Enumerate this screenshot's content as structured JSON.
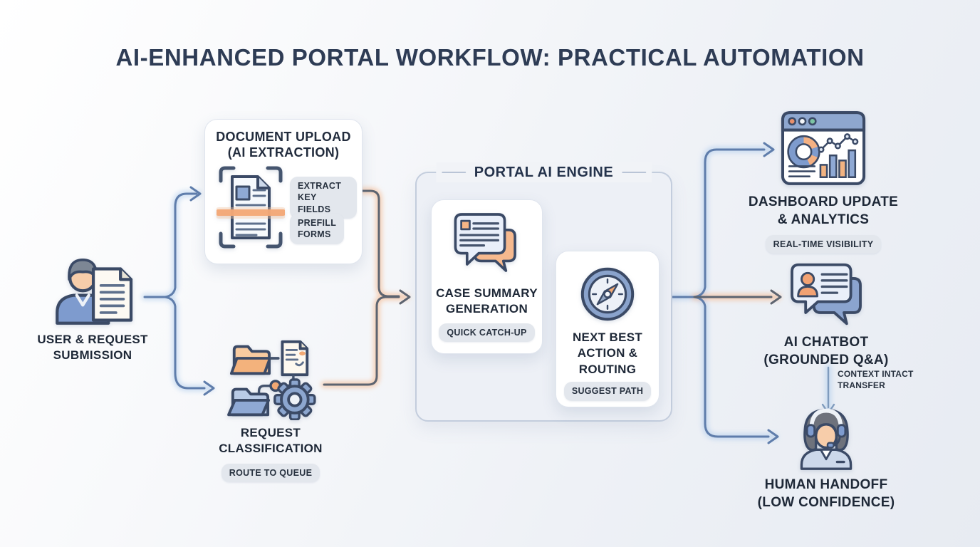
{
  "title": "AI-ENHANCED PORTAL WORKFLOW: PRACTICAL AUTOMATION",
  "nodes": {
    "user": {
      "label": "USER & REQUEST\nSUBMISSION",
      "icon": "user-with-document-icon"
    },
    "document_upload": {
      "title": "DOCUMENT UPLOAD\n(AI EXTRACTION)",
      "badge1": "EXTRACT\nKEY FIELDS",
      "badge2": "PREFILL\nFORMS",
      "icon": "document-scan-icon"
    },
    "request_classification": {
      "label": "REQUEST\nCLASSIFICATION",
      "badge": "ROUTE TO QUEUE",
      "icon": "folders-gear-icon"
    },
    "engine": {
      "title": "PORTAL AI ENGINE",
      "case_summary": {
        "label": "CASE SUMMARY\nGENERATION",
        "badge": "QUICK CATCH-UP",
        "icon": "chat-bubbles-icon"
      },
      "next_best": {
        "label": "NEXT BEST\nACTION &\nROUTING",
        "badge": "SUGGEST PATH",
        "icon": "compass-icon"
      }
    },
    "dashboard": {
      "label": "DASHBOARD UPDATE\n& ANALYTICS",
      "badge": "REAL-TIME VISIBILITY",
      "icon": "dashboard-analytics-icon"
    },
    "chatbot": {
      "label": "AI CHATBOT\n(GROUNDED Q&A)",
      "icon": "chatbot-bubbles-icon"
    },
    "transfer_note": {
      "label": "CONTEXT INTACT\nTRANSFER"
    },
    "human": {
      "label": "HUMAN HANDOFF\n(LOW CONFIDENCE)",
      "icon": "support-agent-icon"
    }
  },
  "colors": {
    "background_start": "#ffffff",
    "background_end": "#e7ebf2",
    "title_text": "#2e3c55",
    "label_text": "#1e2837",
    "badge_bg": "#e3e7ed",
    "badge_text": "#27313f",
    "card_bg": "#ffffff",
    "card_border": "#e0e5ee",
    "engine_bg": "#edf0f6",
    "engine_border": "#c3cddd",
    "arrow_blue": "#5f7dab",
    "arrow_gray": "#5d6470",
    "glow_blue": "#a9c8ec",
    "glow_orange": "#f6b488",
    "icon_outline": "#3b4a66",
    "icon_blue": "#7e9bcd",
    "icon_orange": "#f2a873"
  }
}
